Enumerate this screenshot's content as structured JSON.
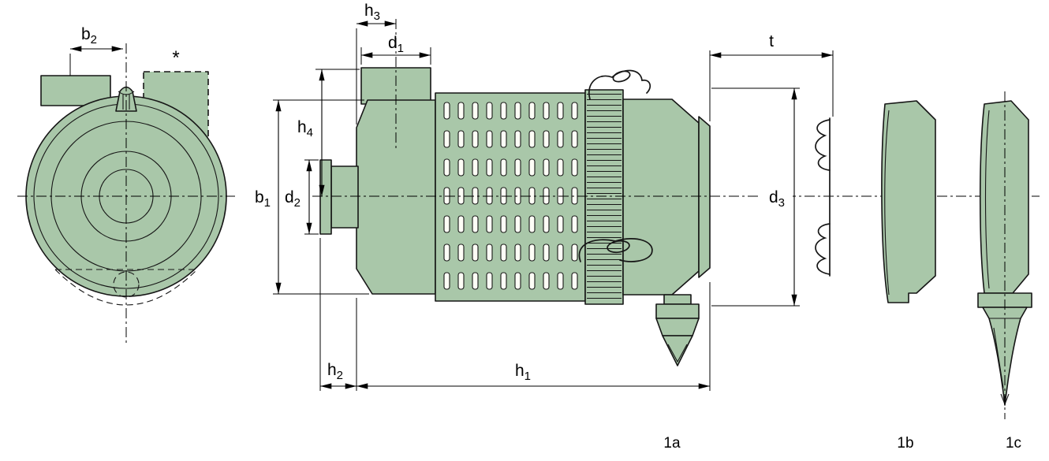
{
  "colors": {
    "part_fill": "#a9c7a9",
    "line": "#161616",
    "background": "#ffffff"
  },
  "dimensions": {
    "b2": {
      "base": "b",
      "sub": "2"
    },
    "h3": {
      "base": "h",
      "sub": "3"
    },
    "d1": {
      "base": "d",
      "sub": "1"
    },
    "h4": {
      "base": "h",
      "sub": "4"
    },
    "b1": {
      "base": "b",
      "sub": "1"
    },
    "d2": {
      "base": "d",
      "sub": "2"
    },
    "h2": {
      "base": "h",
      "sub": "2"
    },
    "h1": {
      "base": "h",
      "sub": "1"
    },
    "t": {
      "base": "t",
      "sub": ""
    },
    "d3": {
      "base": "d",
      "sub": "3"
    }
  },
  "annotations": {
    "asterisk": "*"
  },
  "captions": {
    "view_1a": "1a",
    "view_1b": "1b",
    "view_1c": "1c"
  }
}
